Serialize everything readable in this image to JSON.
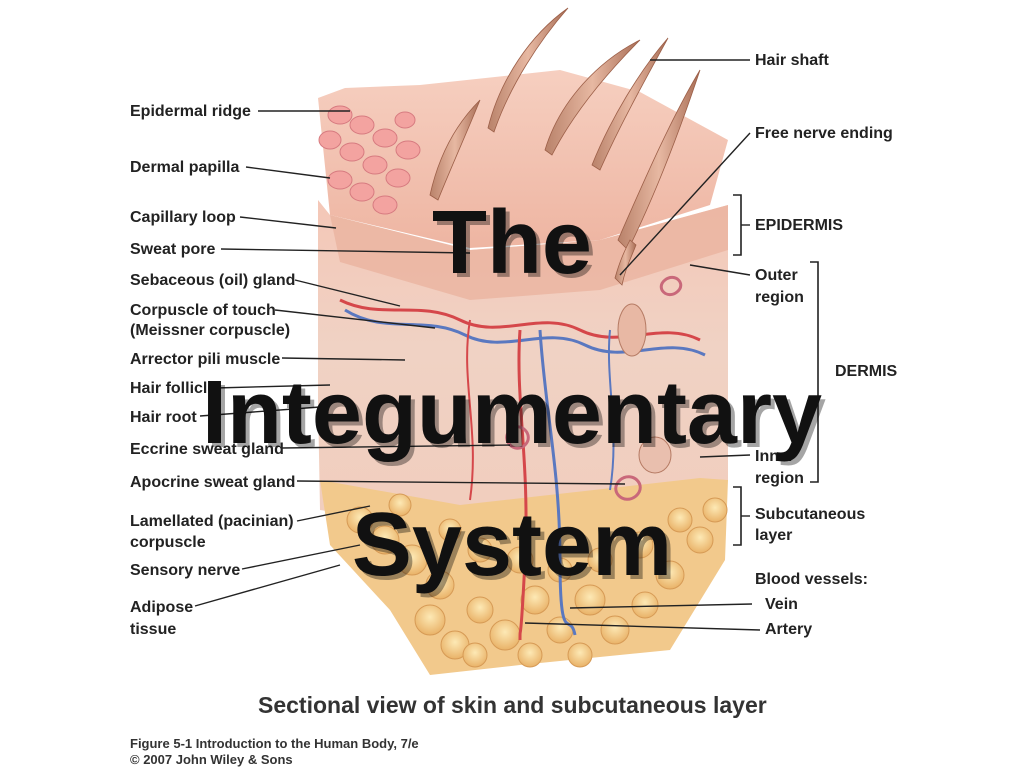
{
  "diagram": {
    "left_labels": [
      {
        "id": "epidermal-ridge",
        "text": "Epidermal ridge"
      },
      {
        "id": "dermal-papilla",
        "text": "Dermal papilla"
      },
      {
        "id": "capillary-loop",
        "text": "Capillary loop"
      },
      {
        "id": "sweat-pore",
        "text": "Sweat pore"
      },
      {
        "id": "sebaceous-gland",
        "text": "Sebaceous (oil) gland"
      },
      {
        "id": "corpuscle-touch-1",
        "text": "Corpuscle of touch"
      },
      {
        "id": "corpuscle-touch-2",
        "text": "(Meissner corpuscle)"
      },
      {
        "id": "arrector-pili",
        "text": "Arrector pili muscle"
      },
      {
        "id": "hair-follicle",
        "text": "Hair follicle"
      },
      {
        "id": "hair-root",
        "text": "Hair root"
      },
      {
        "id": "eccrine-gland",
        "text": "Eccrine sweat gland"
      },
      {
        "id": "apocrine-gland",
        "text": "Apocrine sweat gland"
      },
      {
        "id": "lamellated-1",
        "text": "Lamellated (pacinian)"
      },
      {
        "id": "lamellated-2",
        "text": "corpuscle"
      },
      {
        "id": "sensory-nerve",
        "text": "Sensory nerve"
      },
      {
        "id": "adipose-1",
        "text": "Adipose"
      },
      {
        "id": "adipose-2",
        "text": "tissue"
      }
    ],
    "right_labels": [
      {
        "id": "hair-shaft",
        "text": "Hair shaft"
      },
      {
        "id": "free-nerve",
        "text": "Free nerve ending"
      },
      {
        "id": "epidermis",
        "text": "EPIDERMIS"
      },
      {
        "id": "outer-region-1",
        "text": "Outer"
      },
      {
        "id": "outer-region-2",
        "text": "region"
      },
      {
        "id": "dermis",
        "text": "DERMIS"
      },
      {
        "id": "inner-region-1",
        "text": "Inner"
      },
      {
        "id": "inner-region-2",
        "text": "region"
      },
      {
        "id": "subcutaneous-1",
        "text": "Subcutaneous"
      },
      {
        "id": "subcutaneous-2",
        "text": "layer"
      },
      {
        "id": "blood-vessels",
        "text": "Blood vessels:"
      },
      {
        "id": "vein",
        "text": "Vein"
      },
      {
        "id": "artery",
        "text": "Artery"
      }
    ],
    "caption": "Sectional view of skin and subcutaneous layer",
    "figure_line_1": "Figure 5-1  Introduction to the Human Body, 7/e",
    "figure_line_2": "© 2007 John Wiley & Sons"
  },
  "slide_title": {
    "line1": "The",
    "line2": "Integumentary",
    "line3": "System"
  }
}
